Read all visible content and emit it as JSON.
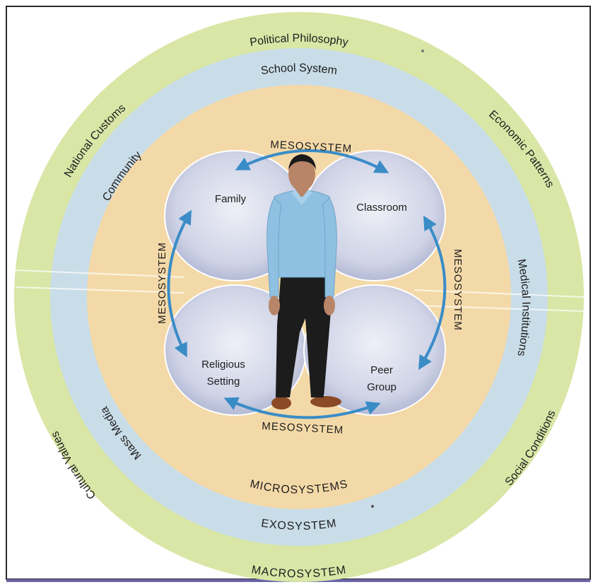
{
  "colors": {
    "macro_ring": "#d9e6a6",
    "exo_ring": "#c9dde8",
    "micro_ring": "#f4d9a8",
    "bubble": "#c3c9de",
    "arrow": "#3a8cc7",
    "shirt": "#8fc0e2",
    "pants": "#1c1c1c",
    "shoes": "#8a4a25",
    "skin": "#b98568",
    "frame_border": "#2a2a2a",
    "bottom_bar": "#6b64a8"
  },
  "macrosystem": {
    "top": "Political Philosophy",
    "upper_left": "National Customs",
    "upper_right": "Economic Patterns",
    "lower_left": "Cultural Values",
    "lower_right": "Social Conditions",
    "name": "MACROSYSTEM"
  },
  "exosystem": {
    "top": "School System",
    "upper_left": "Community",
    "right": "Medical Institutions",
    "lower_left": "Mass Media",
    "name": "EXOSYSTEM"
  },
  "microsystems": {
    "name": "MICROSYSTEMS",
    "family": "Family",
    "classroom": "Classroom",
    "religious_line1": "Religious",
    "religious_line2": "Setting",
    "peer_line1": "Peer",
    "peer_line2": "Group"
  },
  "mesosystem": {
    "top": "MESOSYSTEM",
    "left": "MESOSYSTEM",
    "right": "MESOSYSTEM",
    "bottom": "MESOSYSTEM"
  }
}
